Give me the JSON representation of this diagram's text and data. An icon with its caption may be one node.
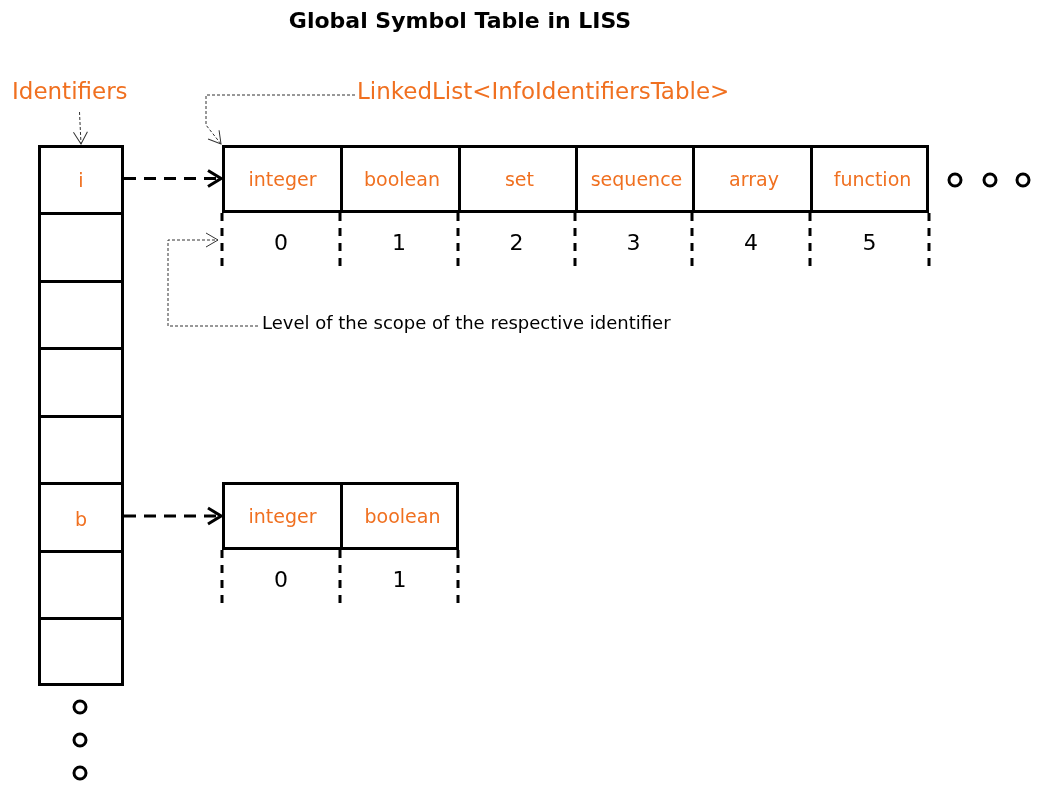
{
  "diagram": {
    "title": "Global Symbol Table in LISS",
    "nodes": [
      {
        "text": [
          "Identifiers"
        ]
      },
      {
        "text": [],
        "shape": "box"
      },
      {
        "text": [
          "i"
        ],
        "in": 1
      },
      {
        "text": [],
        "shape": "box",
        "in": 1
      },
      {
        "text": [],
        "shape": "box",
        "in": 1
      },
      {
        "text": [],
        "shape": "box",
        "in": 1
      },
      {
        "text": [],
        "shape": "box",
        "in": 1
      },
      {
        "text": [
          "b"
        ],
        "in": 1
      },
      {
        "text": [],
        "shape": "box",
        "in": 1
      },
      {
        "text": [],
        "shape": "box",
        "in": 1
      },
      {
        "text": [
          "LinkedList<InfoIdentifiersTable>"
        ]
      },
      {
        "text": [],
        "shape": "box"
      },
      {
        "text": [
          "integer"
        ],
        "in": 11,
        "beside": [
          "0"
        ]
      },
      {
        "text": [
          "boolean"
        ],
        "in": 11,
        "beside": [
          "1"
        ]
      },
      {
        "text": [
          "set"
        ],
        "in": 11,
        "beside": [
          "2"
        ]
      },
      {
        "text": [
          "sequence"
        ],
        "in": 11,
        "beside": [
          "3"
        ]
      },
      {
        "text": [
          "array"
        ],
        "in": 11,
        "beside": [
          "4"
        ]
      },
      {
        "text": [
          "function"
        ],
        "in": 11,
        "beside": [
          "5"
        ]
      },
      {
        "text": [
          "Level of the scope of the respective identifier"
        ]
      },
      {
        "text": [],
        "shape": "box"
      },
      {
        "text": [
          "integer"
        ],
        "in": 19,
        "beside": [
          "0"
        ]
      },
      {
        "text": [
          "boolean"
        ],
        "in": 19,
        "beside": [
          "1"
        ]
      }
    ],
    "edges": [
      {
        "from": 0,
        "to": 1,
        "arrow": "to",
        "style": "dashed"
      },
      {
        "from": 10,
        "to": 11,
        "arrow": "to",
        "style": "dashed"
      },
      {
        "from": 18,
        "to": null,
        "arrow": "to",
        "style": "dashed"
      },
      {
        "from": 2,
        "to": 11,
        "arrow": "to",
        "style": "dashed"
      },
      {
        "from": 7,
        "to": 19,
        "arrow": "to",
        "style": "dashed"
      }
    ]
  }
}
